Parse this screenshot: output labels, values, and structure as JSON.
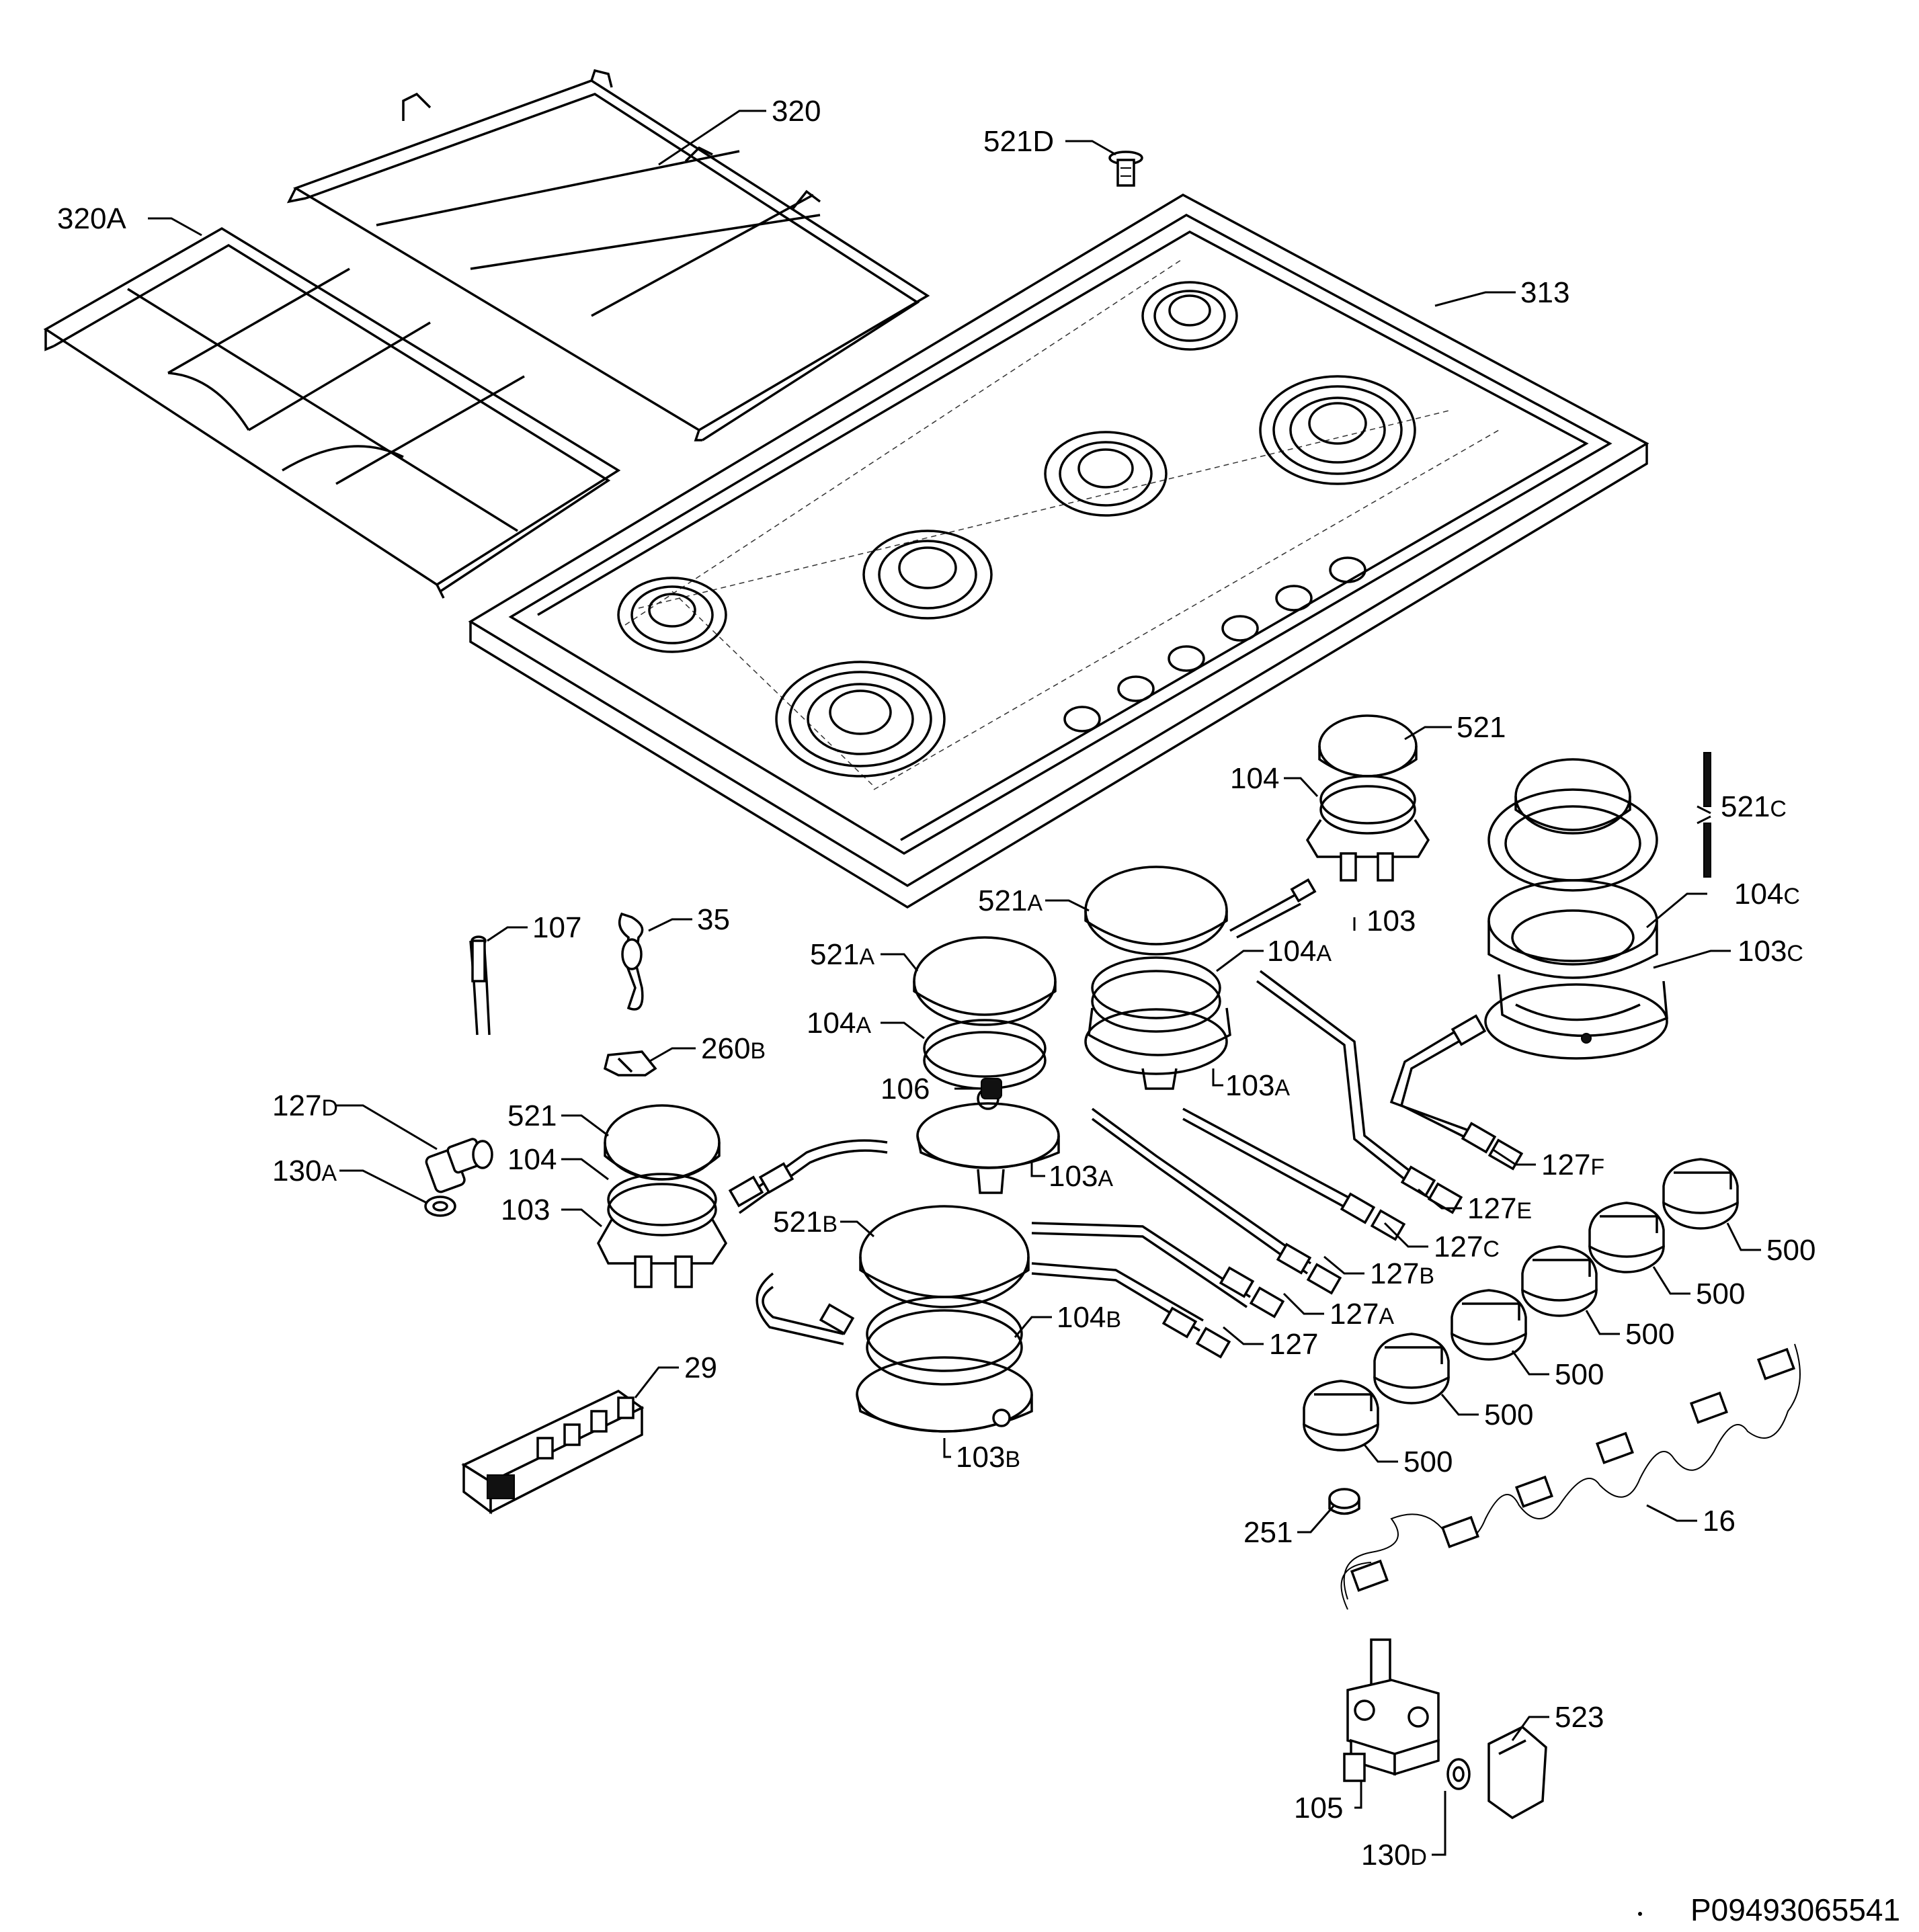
{
  "diagram": {
    "code": "P09493065541",
    "labels": {
      "l320": {
        "main": "320",
        "sub": ""
      },
      "l320A": {
        "main": "320A",
        "sub": ""
      },
      "l521D": {
        "main": "521D",
        "sub": ""
      },
      "l313": {
        "main": "313",
        "sub": ""
      },
      "l521_top": {
        "main": "521",
        "sub": ""
      },
      "l104_top": {
        "main": "104",
        "sub": ""
      },
      "l103_top": {
        "main": "103",
        "sub": ""
      },
      "l521C": {
        "main": "521",
        "sub": "C"
      },
      "l104C": {
        "main": "104",
        "sub": "C"
      },
      "l103C": {
        "main": "103",
        "sub": "C"
      },
      "l521A_1": {
        "main": "521",
        "sub": "A"
      },
      "l104A_1": {
        "main": "104",
        "sub": "A"
      },
      "l103A_1": {
        "main": "103",
        "sub": "A"
      },
      "l521A_2": {
        "main": "521",
        "sub": "A"
      },
      "l104A_2": {
        "main": "104",
        "sub": "A"
      },
      "l103A_2": {
        "main": "103",
        "sub": "A"
      },
      "l106": {
        "main": "106",
        "sub": ""
      },
      "l107": {
        "main": "107",
        "sub": ""
      },
      "l35": {
        "main": "35",
        "sub": ""
      },
      "l260B": {
        "main": "260",
        "sub": "B"
      },
      "l127D": {
        "main": "127",
        "sub": "D"
      },
      "l130A": {
        "main": "130",
        "sub": "A"
      },
      "l521_left": {
        "main": "521",
        "sub": ""
      },
      "l104_left": {
        "main": "104",
        "sub": ""
      },
      "l103_left": {
        "main": "103",
        "sub": ""
      },
      "l521B": {
        "main": "521",
        "sub": "B"
      },
      "l104B": {
        "main": "104",
        "sub": "B"
      },
      "l103B": {
        "main": "103",
        "sub": "B"
      },
      "l127F": {
        "main": "127",
        "sub": "F"
      },
      "l127E": {
        "main": "127",
        "sub": "E"
      },
      "l127C": {
        "main": "127",
        "sub": "C"
      },
      "l127B": {
        "main": "127",
        "sub": "B"
      },
      "l127A": {
        "main": "127",
        "sub": "A"
      },
      "l127": {
        "main": "127",
        "sub": ""
      },
      "l500_1": {
        "main": "500",
        "sub": ""
      },
      "l500_2": {
        "main": "500",
        "sub": ""
      },
      "l500_3": {
        "main": "500",
        "sub": ""
      },
      "l500_4": {
        "main": "500",
        "sub": ""
      },
      "l500_5": {
        "main": "500",
        "sub": ""
      },
      "l500_6": {
        "main": "500",
        "sub": ""
      },
      "l29": {
        "main": "29",
        "sub": ""
      },
      "l16": {
        "main": "16",
        "sub": ""
      },
      "l251": {
        "main": "251",
        "sub": ""
      },
      "l523": {
        "main": "523",
        "sub": ""
      },
      "l105": {
        "main": "105",
        "sub": ""
      },
      "l130D": {
        "main": "130",
        "sub": "D"
      }
    }
  }
}
